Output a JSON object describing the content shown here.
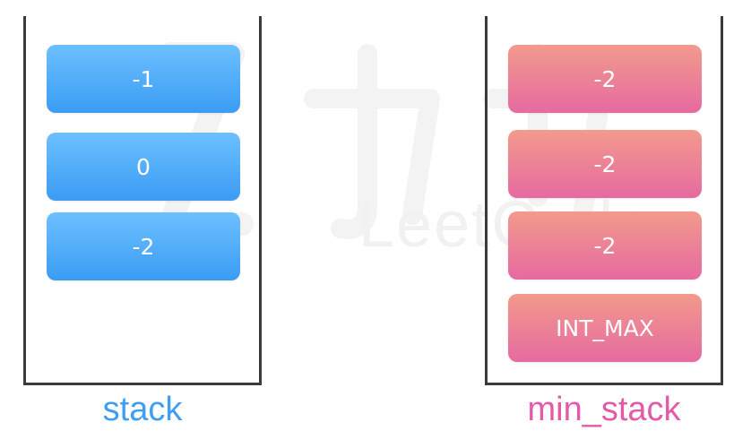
{
  "stack": {
    "label": "stack",
    "items": [
      "-1",
      "0",
      "-2"
    ]
  },
  "min_stack": {
    "label": "min_stack",
    "items": [
      "-2",
      "-2",
      "-2",
      "INT_MAX"
    ]
  },
  "watermark": {
    "text": "LeetCode"
  },
  "colors": {
    "stack_accent": "#3d9ef4",
    "min_stack_accent": "#e45aa8",
    "container_border": "#3b3b3b"
  }
}
